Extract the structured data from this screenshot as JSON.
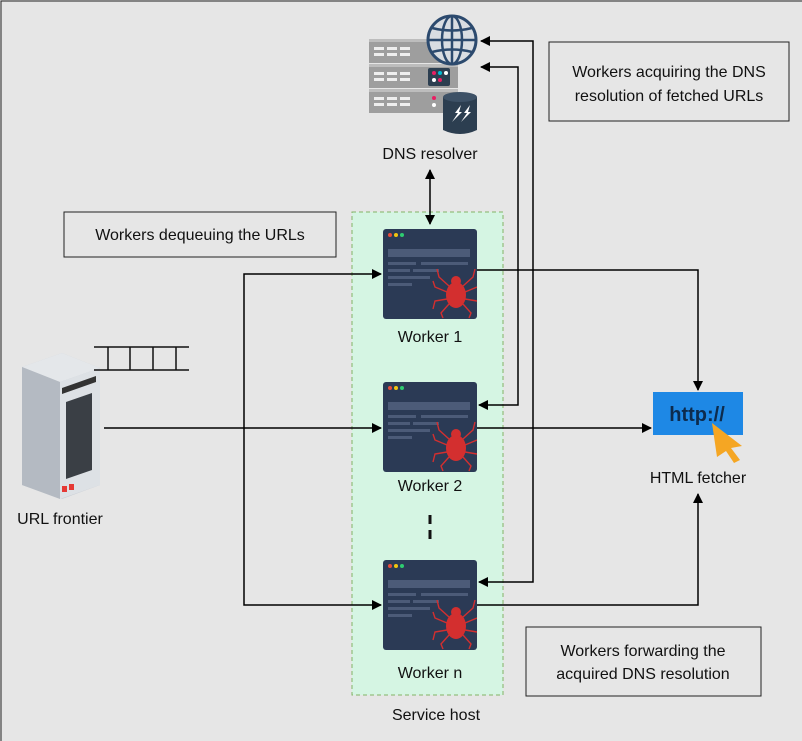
{
  "nodes": {
    "dns_resolver": "DNS resolver",
    "url_frontier": "URL frontier",
    "html_fetcher": "HTML fetcher",
    "http_badge": "http://",
    "service_host": "Service host",
    "worker_1": "Worker 1",
    "worker_2": "Worker 2",
    "worker_n": "Worker n"
  },
  "notes": {
    "dequeue": "Workers dequeuing the URLs",
    "dns_line1": "Workers acquiring the DNS",
    "dns_line2": "resolution of fetched URLs",
    "forward_line1": "Workers forwarding the",
    "forward_line2": "acquired DNS resolution"
  },
  "colors": {
    "background": "#e6e6e6",
    "service_host_fill": "#d5f5e3",
    "service_host_border": "#82b366",
    "worker_screen": "#2b3a55",
    "spider": "#d32f2f",
    "http_badge": "#1e88e5",
    "cursor": "#f5a623",
    "globe": "#2c4a6e"
  },
  "icons": {
    "dns_resolver": "dns-server-globe-icon",
    "url_frontier": "server-tower-icon",
    "queue": "queue-icon",
    "worker": "crawler-window-icon",
    "html_fetcher": "http-cursor-icon"
  }
}
